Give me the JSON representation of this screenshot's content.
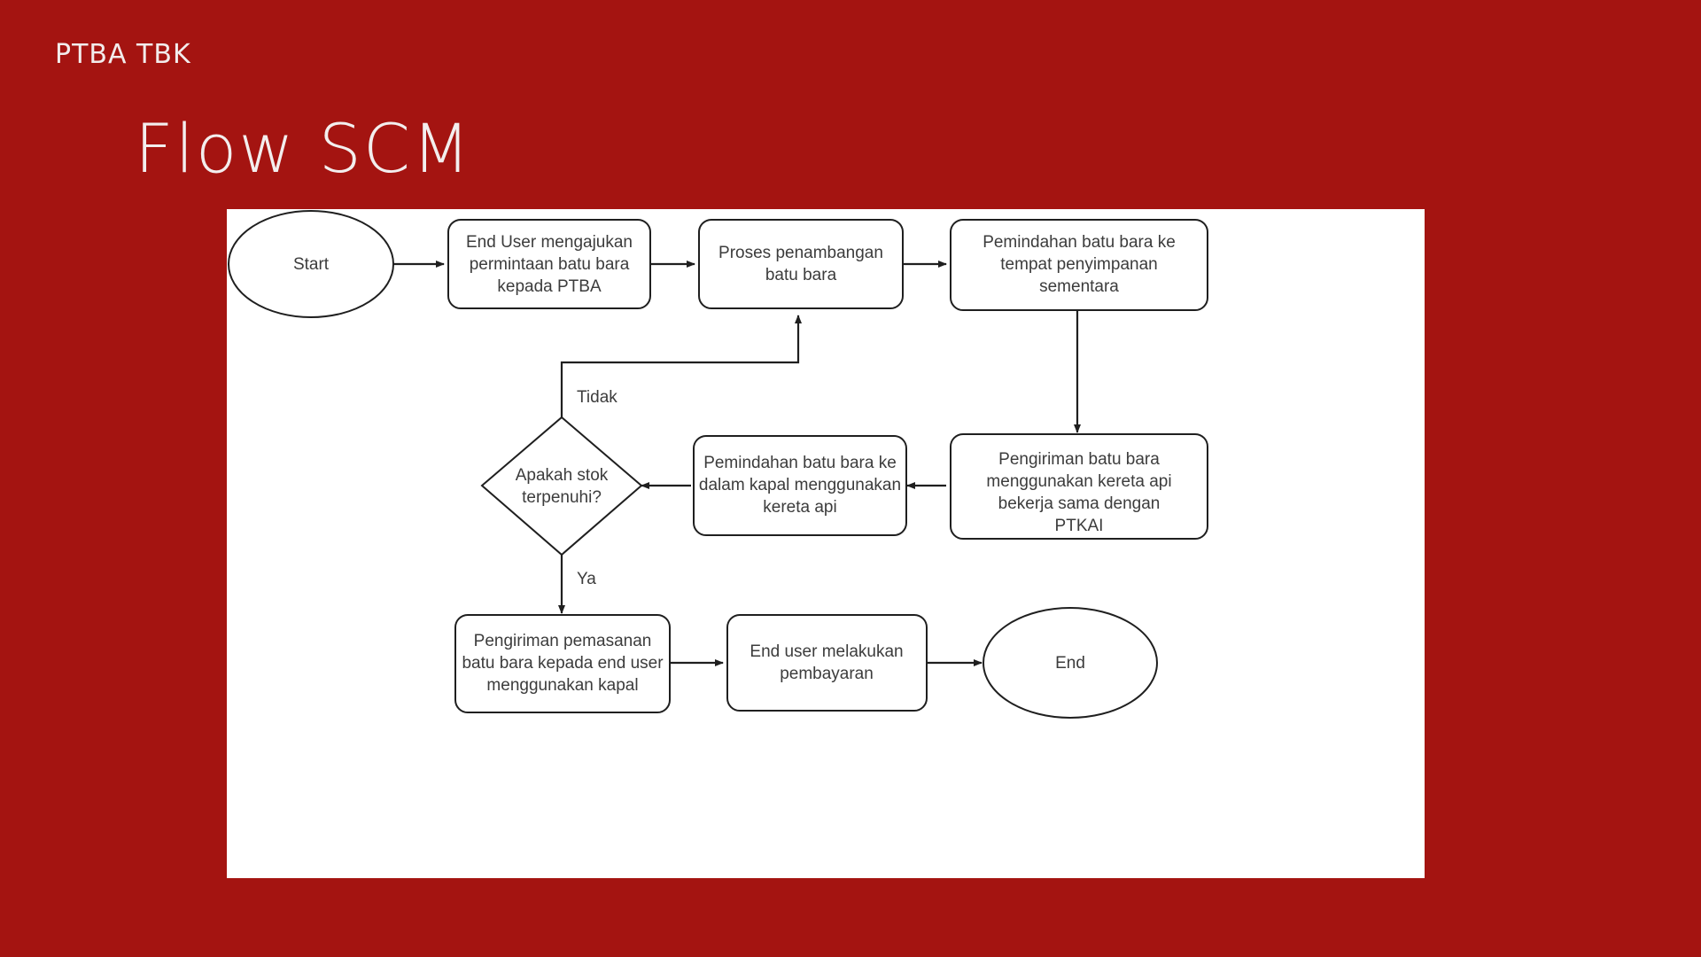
{
  "slide": {
    "background_color": "#a41411",
    "brand": "PTBA TBK",
    "title": "Flow SCM",
    "canvas_color": "#ffffff"
  },
  "diagram": {
    "type": "flowchart",
    "shape_fill": "#ffffff",
    "shape_stroke": "#1f1f1f",
    "text_color": "#3c3c3c",
    "nodes": [
      {
        "id": "start",
        "shape": "ellipse",
        "label": "Start"
      },
      {
        "id": "request",
        "shape": "process",
        "label_lines": [
          "End User mengajukan",
          "permintaan batu bara",
          "kepada PTBA"
        ]
      },
      {
        "id": "mining",
        "shape": "process",
        "label_lines": [
          "Proses penambangan",
          "batu bara"
        ]
      },
      {
        "id": "storage",
        "shape": "process",
        "label_lines": [
          "Pemindahan batu bara ke",
          "tempat penyimpanan",
          "sementara"
        ]
      },
      {
        "id": "rail",
        "shape": "process",
        "label_lines": [
          "Pengiriman batu bara",
          "menggunakan kereta api",
          "bekerja sama dengan",
          "PTKAI"
        ]
      },
      {
        "id": "ship_load",
        "shape": "process",
        "label_lines": [
          "Pemindahan batu bara ke",
          "dalam kapal menggunakan",
          "kereta api"
        ]
      },
      {
        "id": "decision",
        "shape": "diamond",
        "label_lines": [
          "Apakah stok",
          "terpenuhi?"
        ]
      },
      {
        "id": "delivery",
        "shape": "process",
        "label_lines": [
          "Pengiriman pemasanan",
          "batu bara kepada end user",
          "menggunakan kapal"
        ]
      },
      {
        "id": "payment",
        "shape": "process",
        "label_lines": [
          "End user melakukan",
          "pembayaran"
        ]
      },
      {
        "id": "end",
        "shape": "ellipse",
        "label": "End"
      }
    ],
    "edge_labels": {
      "no": "Tidak",
      "yes": "Ya"
    },
    "edges": [
      {
        "from": "start",
        "to": "request"
      },
      {
        "from": "request",
        "to": "mining"
      },
      {
        "from": "mining",
        "to": "storage"
      },
      {
        "from": "storage",
        "to": "rail"
      },
      {
        "from": "rail",
        "to": "ship_load"
      },
      {
        "from": "ship_load",
        "to": "decision"
      },
      {
        "from": "decision",
        "to": "mining",
        "label": "Tidak"
      },
      {
        "from": "decision",
        "to": "delivery",
        "label": "Ya"
      },
      {
        "from": "delivery",
        "to": "payment"
      },
      {
        "from": "payment",
        "to": "end"
      }
    ]
  }
}
